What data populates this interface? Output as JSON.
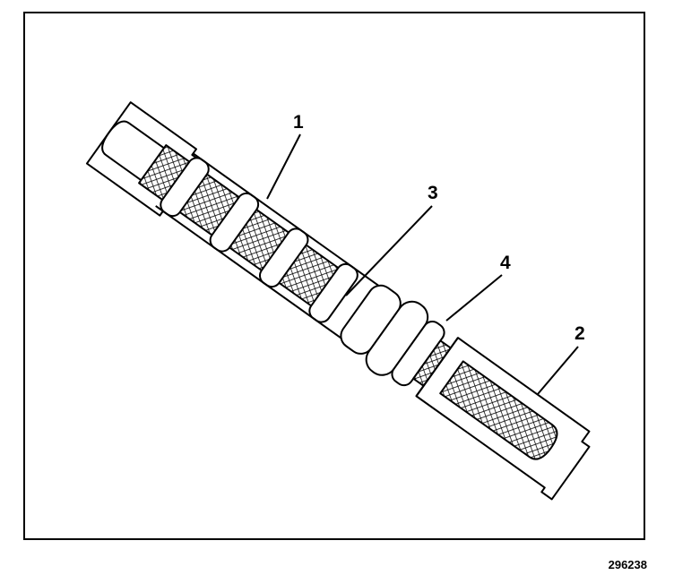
{
  "callouts": {
    "c1": "1",
    "c2": "2",
    "c3": "3",
    "c4": "4"
  },
  "figure_number": "296238",
  "colors": {
    "ink": "#000000",
    "paper": "#ffffff"
  }
}
